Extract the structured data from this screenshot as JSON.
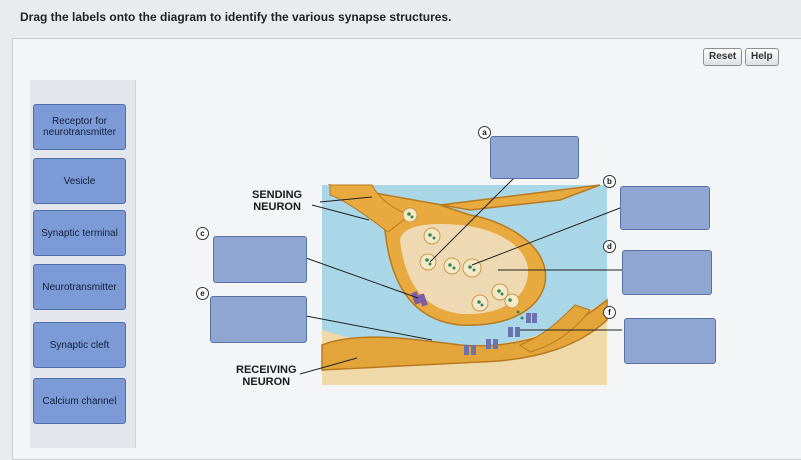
{
  "instruction": "Drag the labels onto the diagram to identify the various synapse structures.",
  "buttons": {
    "reset": "Reset",
    "help": "Help"
  },
  "labels": [
    "Receptor for neurotransmitter",
    "Vesicle",
    "Synaptic terminal",
    "Neurotransmitter",
    "Synaptic cleft",
    "Calcium channel"
  ],
  "markers": [
    "a",
    "b",
    "c",
    "d",
    "e",
    "f"
  ],
  "diagram": {
    "sending_line1": "SENDING",
    "sending_line2": "NEURON",
    "receiving_line1": "RECEIVING",
    "receiving_line2": "NEURON"
  },
  "colors": {
    "label_fill": "#7b9ad6",
    "drop_fill": "#8fa5d2",
    "neuron": "#e3a43a",
    "background_fluid": "#a9d7e8",
    "tissue": "#f0d9a8"
  }
}
